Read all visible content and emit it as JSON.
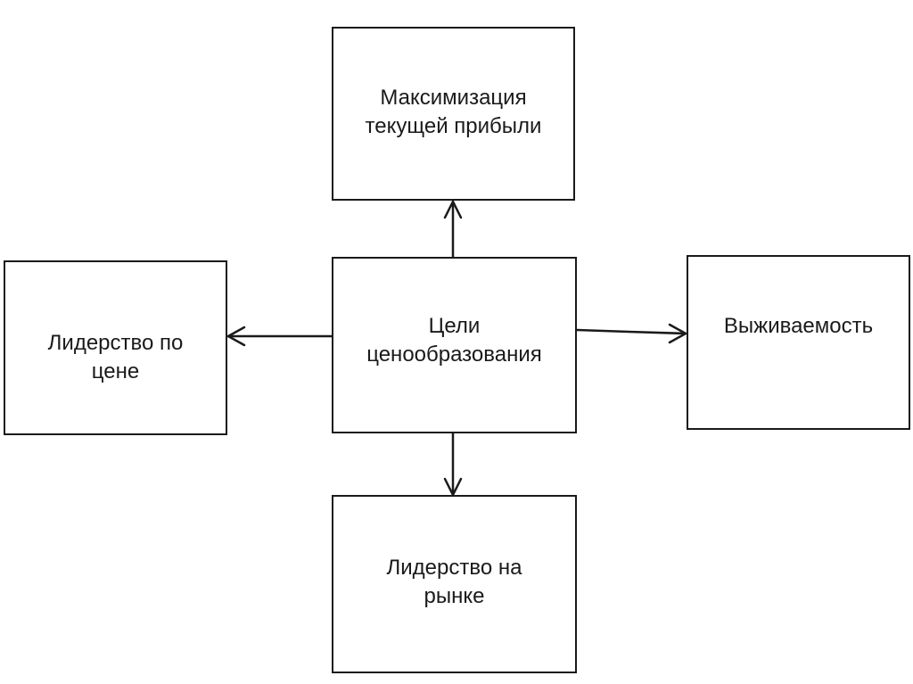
{
  "diagram": {
    "center": {
      "label": "Цели\nценообразования"
    },
    "top": {
      "label": "Максимизация\nтекущей прибыли"
    },
    "left": {
      "label": "Лидерство по\nцене"
    },
    "right": {
      "label": "Выживаемость"
    },
    "bottom": {
      "label": "Лидерство на\nрынке"
    }
  },
  "colors": {
    "stroke": "#1a1a1a",
    "background": "#ffffff"
  }
}
